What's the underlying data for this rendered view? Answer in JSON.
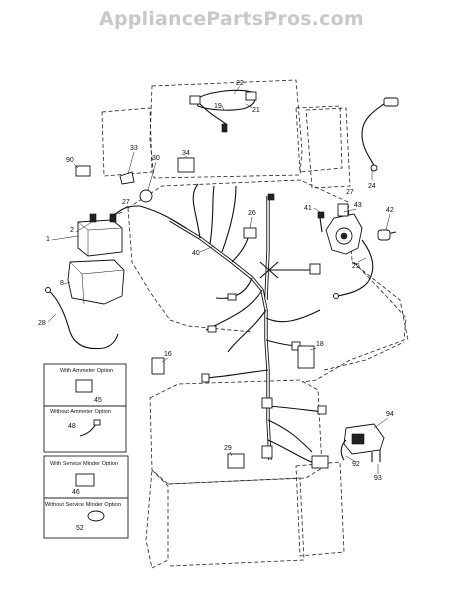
{
  "watermark": "AppliancePartsPros.com",
  "callouts": [
    "22",
    "19",
    "21",
    "90",
    "33",
    "30",
    "34",
    "27",
    "26",
    "41",
    "43",
    "42",
    "2",
    "1",
    "40",
    "24",
    "25",
    "8",
    "28",
    "18",
    "16",
    "29",
    "94",
    "92",
    "93"
  ],
  "options": {
    "ammeter_with": {
      "label": "With Ammeter Option",
      "part": "45"
    },
    "ammeter_without": {
      "label": "Without Ammeter Option",
      "part": "48"
    },
    "minder_with": {
      "label": "With Service Minder Option",
      "part": "46"
    },
    "minder_without": {
      "label": "Without Service Minder Option",
      "part": "52"
    }
  },
  "second_27": "27"
}
